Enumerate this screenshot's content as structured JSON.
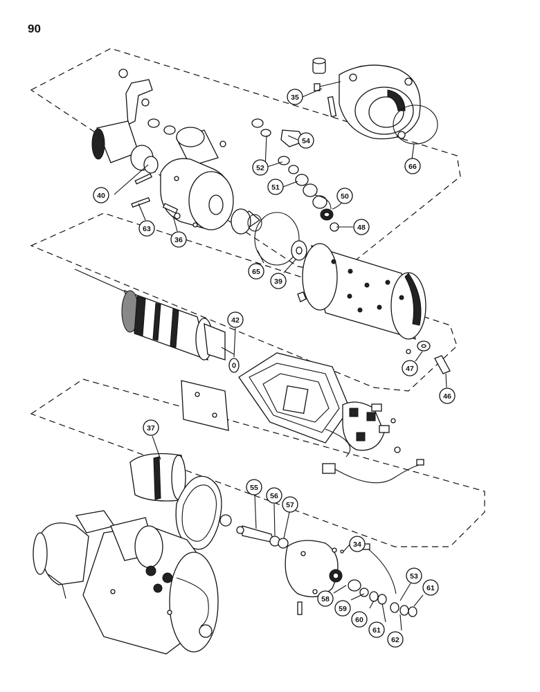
{
  "page": {
    "number": "90"
  },
  "callouts": [
    {
      "id": "c35",
      "label": "35"
    },
    {
      "id": "c66",
      "label": "66"
    },
    {
      "id": "c54",
      "label": "54"
    },
    {
      "id": "c52",
      "label": "52"
    },
    {
      "id": "c51",
      "label": "51"
    },
    {
      "id": "c50",
      "label": "50"
    },
    {
      "id": "c48",
      "label": "48"
    },
    {
      "id": "c40",
      "label": "40"
    },
    {
      "id": "c63",
      "label": "63"
    },
    {
      "id": "c36",
      "label": "36"
    },
    {
      "id": "c65",
      "label": "65"
    },
    {
      "id": "c39",
      "label": "39"
    },
    {
      "id": "c42",
      "label": "42"
    },
    {
      "id": "c47",
      "label": "47"
    },
    {
      "id": "c46",
      "label": "46"
    },
    {
      "id": "c37",
      "label": "37"
    },
    {
      "id": "c55",
      "label": "55"
    },
    {
      "id": "c56",
      "label": "56"
    },
    {
      "id": "c57",
      "label": "57"
    },
    {
      "id": "c34",
      "label": "34"
    },
    {
      "id": "c53",
      "label": "53"
    },
    {
      "id": "c61a",
      "label": "61"
    },
    {
      "id": "c58",
      "label": "58"
    },
    {
      "id": "c59",
      "label": "59"
    },
    {
      "id": "c60",
      "label": "60"
    },
    {
      "id": "c61b",
      "label": "61"
    },
    {
      "id": "c62",
      "label": "62"
    }
  ]
}
